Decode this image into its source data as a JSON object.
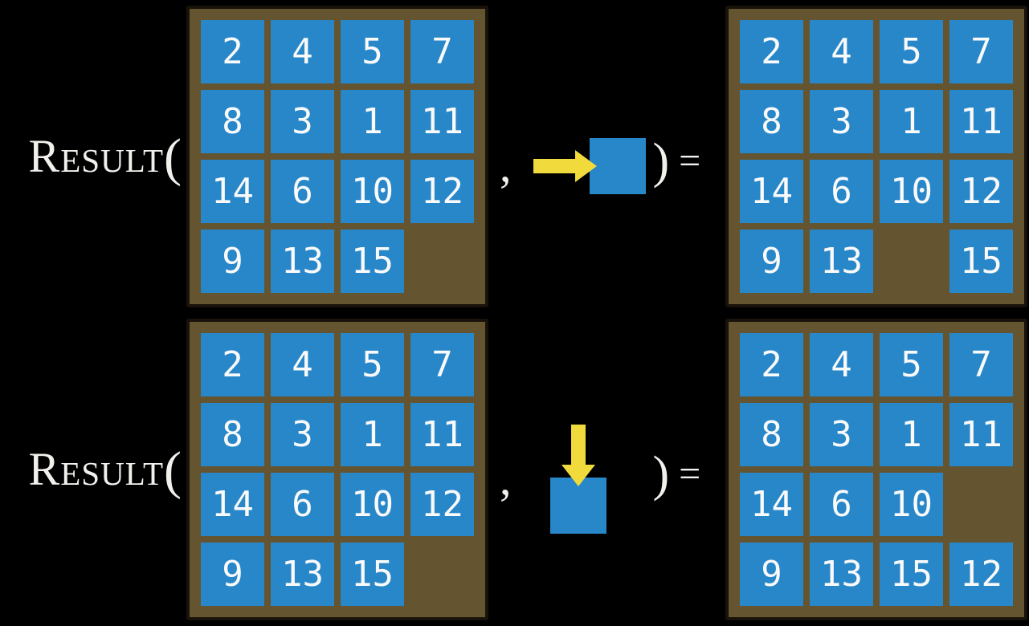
{
  "title": "Sliding-puzzle RESULT function illustration",
  "colors": {
    "background": "#000000",
    "tile_blue": "#2787c9",
    "board_brown": "#655430",
    "board_border": "#18120a",
    "arrow_yellow": "#f0da3c",
    "text_white": "#f2f0ec"
  },
  "examples": [
    {
      "function_label": {
        "name": "Result",
        "open_paren": "("
      },
      "comma": ",",
      "move": {
        "direction": "right",
        "icon": "arrow-right-icon"
      },
      "close_paren": ")",
      "equals": "=",
      "before": [
        [
          "2",
          "4",
          "5",
          "7"
        ],
        [
          "8",
          "3",
          "1",
          "11"
        ],
        [
          "14",
          "6",
          "10",
          "12"
        ],
        [
          "9",
          "13",
          "15",
          ""
        ]
      ],
      "after": [
        [
          "2",
          "4",
          "5",
          "7"
        ],
        [
          "8",
          "3",
          "1",
          "11"
        ],
        [
          "14",
          "6",
          "10",
          "12"
        ],
        [
          "9",
          "13",
          "",
          "15"
        ]
      ]
    },
    {
      "function_label": {
        "name": "Result",
        "open_paren": "("
      },
      "comma": ",",
      "move": {
        "direction": "down",
        "icon": "arrow-down-icon"
      },
      "close_paren": ")",
      "equals": "=",
      "before": [
        [
          "2",
          "4",
          "5",
          "7"
        ],
        [
          "8",
          "3",
          "1",
          "11"
        ],
        [
          "14",
          "6",
          "10",
          "12"
        ],
        [
          "9",
          "13",
          "15",
          ""
        ]
      ],
      "after": [
        [
          "2",
          "4",
          "5",
          "7"
        ],
        [
          "8",
          "3",
          "1",
          "11"
        ],
        [
          "14",
          "6",
          "10",
          ""
        ],
        [
          "9",
          "13",
          "15",
          "12"
        ]
      ]
    }
  ]
}
